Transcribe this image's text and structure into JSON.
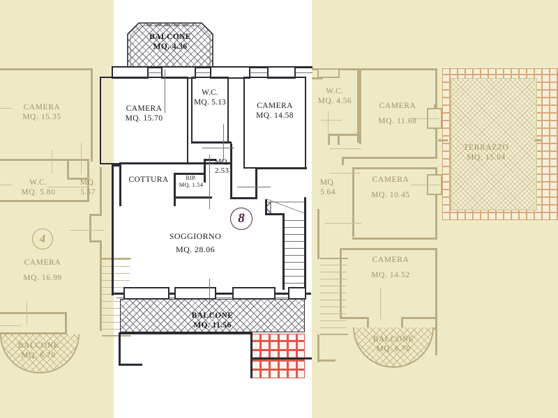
{
  "document": {
    "type": "architectural-floor-plan",
    "language": "it",
    "unit_prefix": "MQ.",
    "background_color": "#efeac6",
    "active_background_color": "#ffffff",
    "ink_color": "#2b2b33",
    "faded_ink_color": "#b9ae84",
    "badge_color": "#4a2040",
    "terrazzo_border_color": "#d9a878",
    "highlight_red_color": "#e2564a"
  },
  "highlighted_unit": {
    "badge": "8",
    "rooms": [
      {
        "id": "balcone-top",
        "name": "BALCONE",
        "area": "MQ. 4.36"
      },
      {
        "id": "camera-nw",
        "name": "CAMERA",
        "area": "MQ. 15.70"
      },
      {
        "id": "wc-center",
        "name": "W.C.",
        "area": "MQ. 5.13"
      },
      {
        "id": "camera-ne",
        "name": "CAMERA",
        "area": "MQ. 14.58"
      },
      {
        "id": "cottura",
        "name": "COTTURA",
        "area": ""
      },
      {
        "id": "ripostiglio",
        "name": "RIP.",
        "area": "MQ. 1.54"
      },
      {
        "id": "mq-253",
        "name": "MQ.",
        "area": "2.53"
      },
      {
        "id": "soggiorno",
        "name": "SOGGIORNO",
        "area": "MQ. 28.06"
      },
      {
        "id": "balcone-bottom",
        "name": "BALCONE",
        "area": "MQ. 11.56"
      }
    ]
  },
  "left_unit": {
    "badge": "4",
    "rooms": [
      {
        "id": "camera-l1",
        "name": "CAMERA",
        "area": "MQ. 15.35"
      },
      {
        "id": "wc-l1",
        "name": "W.C.",
        "area": "MQ. 5.80"
      },
      {
        "id": "mq-557",
        "name": "MQ.",
        "area": "5.57"
      },
      {
        "id": "camera-l2",
        "name": "CAMERA",
        "area": "MQ. 16.99"
      },
      {
        "id": "balcone-l",
        "name": "BALCONE",
        "area": "MQ. 6.70"
      }
    ]
  },
  "right_unit": {
    "rooms": [
      {
        "id": "wc-r1",
        "name": "W.C.",
        "area": "MQ. 4.56"
      },
      {
        "id": "camera-r1",
        "name": "CAMERA",
        "area": "MQ. 11.68"
      },
      {
        "id": "mq-564",
        "name": "MQ.",
        "area": "5.64"
      },
      {
        "id": "camera-r2",
        "name": "CAMERA",
        "area": "MQ. 10.45"
      },
      {
        "id": "camera-r3",
        "name": "CAMERA",
        "area": "MQ. 14.52"
      },
      {
        "id": "terrazzo",
        "name": "TERRAZZO",
        "area": "MQ. 15.04"
      },
      {
        "id": "balcone-r",
        "name": "BALCONE",
        "area": "MQ. 6.70"
      }
    ]
  }
}
